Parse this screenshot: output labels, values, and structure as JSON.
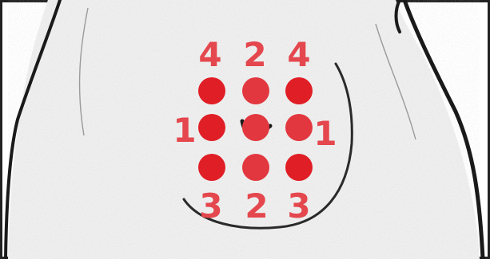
{
  "colors": {
    "marker": "#e01e26",
    "marker_light": "#e2373f",
    "label": "#e4474d",
    "sketch": "#1a1a1a",
    "shading": "#eeeeee",
    "background": "#ffffff"
  },
  "labels": {
    "top_left": "4",
    "top_center": "2",
    "top_right": "4",
    "middle_left": "1",
    "middle_right": "1",
    "bottom_left": "3",
    "bottom_center": "2",
    "bottom_right": "3"
  },
  "markers": {
    "rows": 3,
    "columns": 3,
    "count": 9
  }
}
